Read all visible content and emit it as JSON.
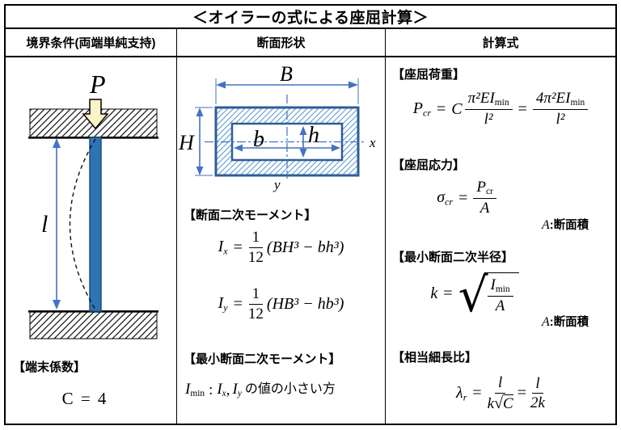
{
  "title": "＜オイラーの式による座屈計算＞",
  "headers": {
    "boundary": "境界条件(両端単純支持)",
    "section": "断面形状",
    "formulas": "計算式"
  },
  "colors": {
    "column_fill": "#2E74B5",
    "column_border": "#1F4E79",
    "dimension_blue": "#4472C4",
    "hatch_blue": "#5B9BD5",
    "section_border": "#2F5C96",
    "arrow_yellow": "#FBF2C7"
  },
  "left_col": {
    "p_label": "P",
    "l_label": "l",
    "coeff_heading": "【端末係数】",
    "coeff_value": "C = 4"
  },
  "middle_col": {
    "dim_B": "B",
    "dim_H": "H",
    "dim_b": "b",
    "dim_h": "h",
    "axis_x": "x",
    "axis_y": "y",
    "moment_heading": "【断面二次モーメント】",
    "ix": {
      "sym": "I",
      "sub": "x",
      "eq": "=",
      "num": "1",
      "den": "12",
      "expr": "(BH³ − bh³)"
    },
    "iy": {
      "sym": "I",
      "sub": "y",
      "eq": "=",
      "num": "1",
      "den": "12",
      "expr": "(HB³ − hb³)"
    },
    "min_moment_heading": "【最小断面二次モーメント】",
    "imin": {
      "sym": "I",
      "sub": "min",
      "colon": ":",
      "ix": "I",
      "ix_sub": "x",
      "comma": ",",
      "iy": "I",
      "iy_sub": "y",
      "text": "の値の小さい方"
    }
  },
  "right_col": {
    "load_heading": "【座屈荷重】",
    "pcr": {
      "sym": "P",
      "sub": "cr",
      "eq1": "=",
      "coef": "C",
      "f1_num": "π²EI",
      "f1_sub": "min",
      "f1_den": "l²",
      "eq2": "=",
      "f2_num": "4π²EI",
      "f2_sub": "min",
      "f2_den": "l²"
    },
    "stress_heading": "【座屈応力】",
    "sigma": {
      "sym": "σ",
      "sub": "cr",
      "eq": "=",
      "num": "P",
      "num_sub": "cr",
      "den": "A"
    },
    "area_note1": {
      "sym": "A",
      "text": ":断面積"
    },
    "radius_heading": "【最小断面二次半径】",
    "k": {
      "sym": "k",
      "eq": "=",
      "sqrt": "√",
      "num": "I",
      "num_sub": "min",
      "den": "A"
    },
    "area_note2": {
      "sym": "A",
      "text": ":断面積"
    },
    "slender_heading": "【相当細長比】",
    "lambda": {
      "sym": "λ",
      "sub": "r",
      "eq1": "=",
      "f1_num": "l",
      "f1_den_pre": "k",
      "f1_den_sqrt": "√",
      "f1_den_rad": "C",
      "eq2": "=",
      "f2_num": "l",
      "f2_den": "2k"
    }
  }
}
